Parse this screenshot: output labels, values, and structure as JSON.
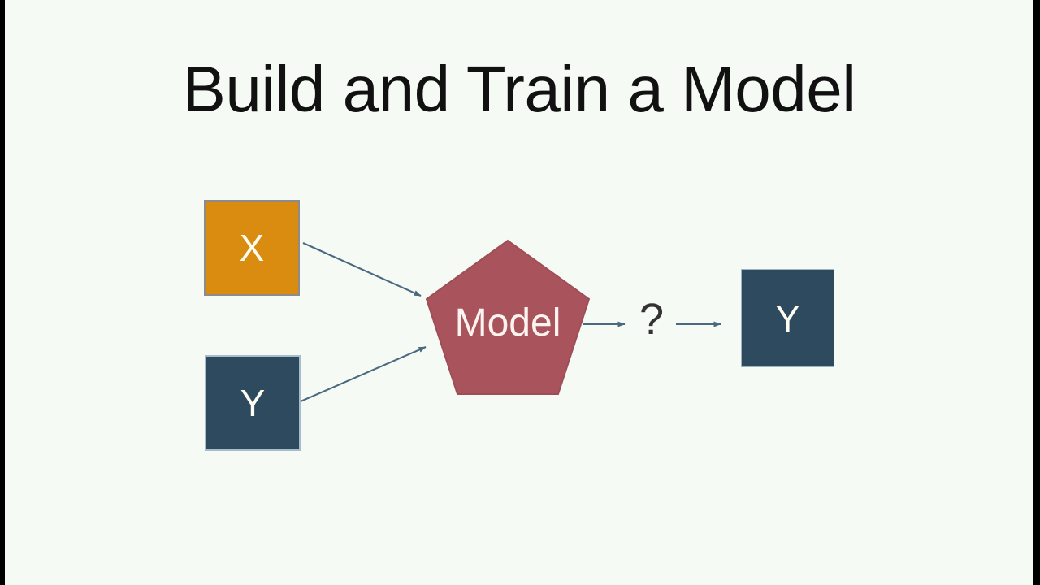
{
  "slide": {
    "title": "Build and Train a Model",
    "background_color": "#f5faf4",
    "letterbox_color": "#000000",
    "title_color": "#111111"
  },
  "diagram": {
    "type": "flow-diagram",
    "nodes": [
      {
        "id": "input-x",
        "label": "X",
        "shape": "rectangle",
        "fill": "#d98c0f",
        "stroke": "#8c8c8c",
        "text_color": "#fffdf2"
      },
      {
        "id": "input-y",
        "label": "Y",
        "shape": "rectangle",
        "fill": "#2e4a5e",
        "stroke": "#a9bcc9",
        "text_color": "#fffdf2"
      },
      {
        "id": "model",
        "label": "Model",
        "shape": "pentagon",
        "fill": "#a9535c",
        "stroke": "#9f4e56",
        "text_color": "#fdf4ef"
      },
      {
        "id": "output-y",
        "label": "Y",
        "shape": "rectangle",
        "fill": "#2e4a5e",
        "stroke": "#9fb4c2",
        "text_color": "#fffdf2"
      }
    ],
    "question_mark": "?",
    "question_mark_color": "#333333",
    "connector_color": "#4a6980",
    "connectors": [
      {
        "from": "input-x",
        "to": "model"
      },
      {
        "from": "input-y",
        "to": "model"
      },
      {
        "from": "model",
        "to": "question-mark"
      },
      {
        "from": "question-mark",
        "to": "output-y"
      }
    ]
  }
}
